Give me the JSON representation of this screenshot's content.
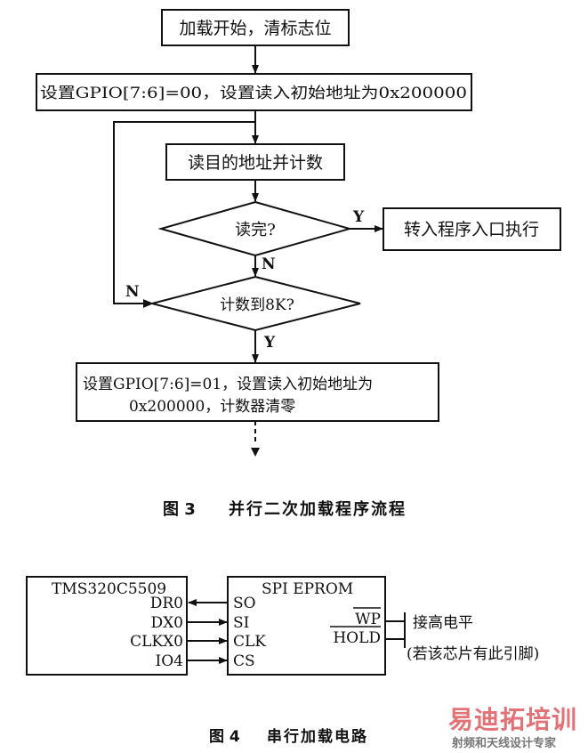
{
  "fig3": {
    "start": "加载开始，清标志位",
    "set_gpio_00": "设置GPIO[7:6]=00，设置读入初始地址为0x200000",
    "read_dest": "读目的地址并计数",
    "read_done": "读完?",
    "jump_entry": "转入程序入口执行",
    "count_8k": "计数到8K?",
    "set_gpio_01_line1": "设置GPIO[7:6]=01，设置读入初始地址为",
    "set_gpio_01_line2": "0x200000，计数器清零",
    "label_y1": "Y",
    "label_n1": "N",
    "label_n2": "N",
    "label_y2": "Y",
    "caption_num": "图 3",
    "caption_text": "并行二次加载程序流程"
  },
  "fig4": {
    "dsp_name": "TMS320C5509",
    "dsp_pins": [
      "DR0",
      "DX0",
      "CLKX0",
      "IO4"
    ],
    "eprom_name": "SPI EPROM",
    "eprom_pins": [
      "SO",
      "SI",
      "CLK",
      "CS"
    ],
    "wp": "WP",
    "hold": "HOLD",
    "note1": "接高电平",
    "note2": "(若该芯片有此引脚)",
    "caption_num": "图 4",
    "caption_text": "串行加载电路"
  },
  "watermark": {
    "brand": "易迪拓培训",
    "sub": "射频和天线设计专家",
    "colors": {
      "brand": "#d9434a",
      "sub": "#555555"
    }
  }
}
